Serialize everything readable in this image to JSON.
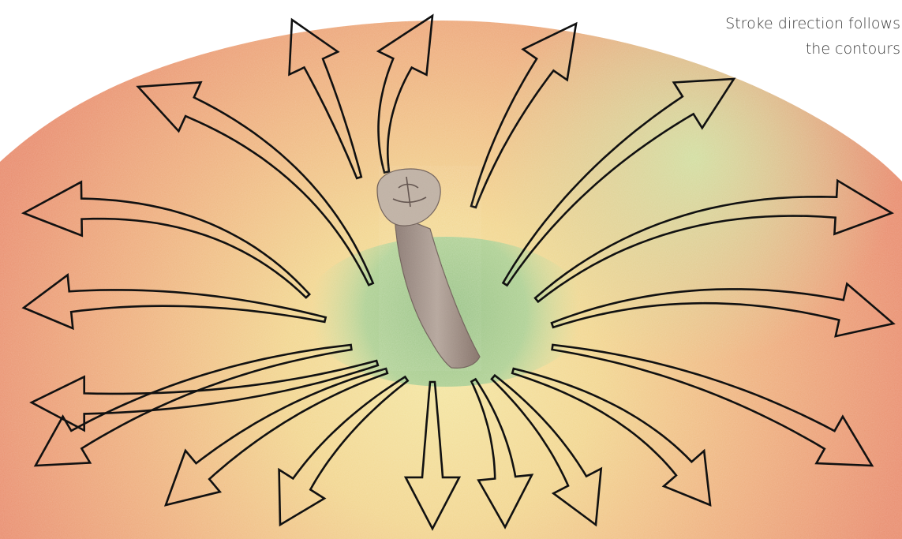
{
  "caption": {
    "line1": "Stroke direction follows",
    "line2": "the contours"
  },
  "colors": {
    "fruit_red": "#e98d6f",
    "fruit_orange": "#eea77a",
    "fruit_yellow": "#f3dc98",
    "stem_cavity_green": "#a9cc8f",
    "stem_brown": "#a08f86",
    "arrow_outline": "#111111",
    "background": "#ffffff"
  },
  "icons": {
    "arrow": "direction-arrow-icon",
    "stem": "apple-stem"
  }
}
